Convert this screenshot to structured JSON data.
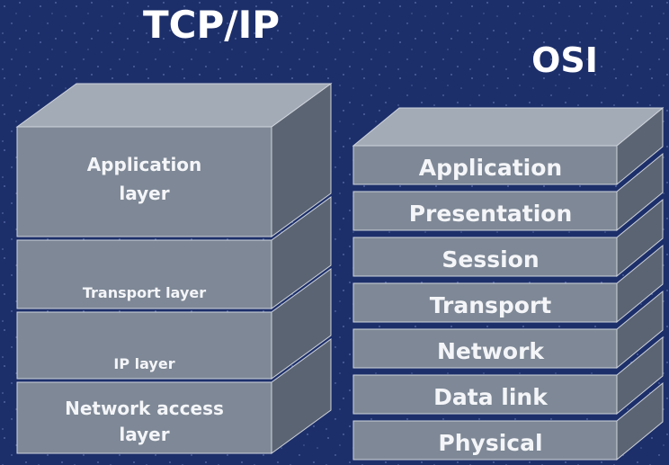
{
  "colors": {
    "background": "#1d2f6a",
    "face": "#7e8896",
    "top": "#a3abb7",
    "side": "#5b6472",
    "edge": "#cfd4dc",
    "text": "#f4f5f8"
  },
  "tcpip": {
    "title": "TCP/IP",
    "layers": [
      {
        "label_lines": [
          "Application",
          "layer"
        ]
      },
      {
        "label_lines": [
          "Transport layer"
        ]
      },
      {
        "label_lines": [
          "IP layer"
        ]
      },
      {
        "label_lines": [
          "Network access",
          "layer"
        ]
      }
    ]
  },
  "osi": {
    "title": "OSI",
    "layers": [
      {
        "label": "Application"
      },
      {
        "label": "Presentation"
      },
      {
        "label": "Session"
      },
      {
        "label": "Transport"
      },
      {
        "label": "Network"
      },
      {
        "label": "Data link"
      },
      {
        "label": "Physical"
      }
    ]
  }
}
